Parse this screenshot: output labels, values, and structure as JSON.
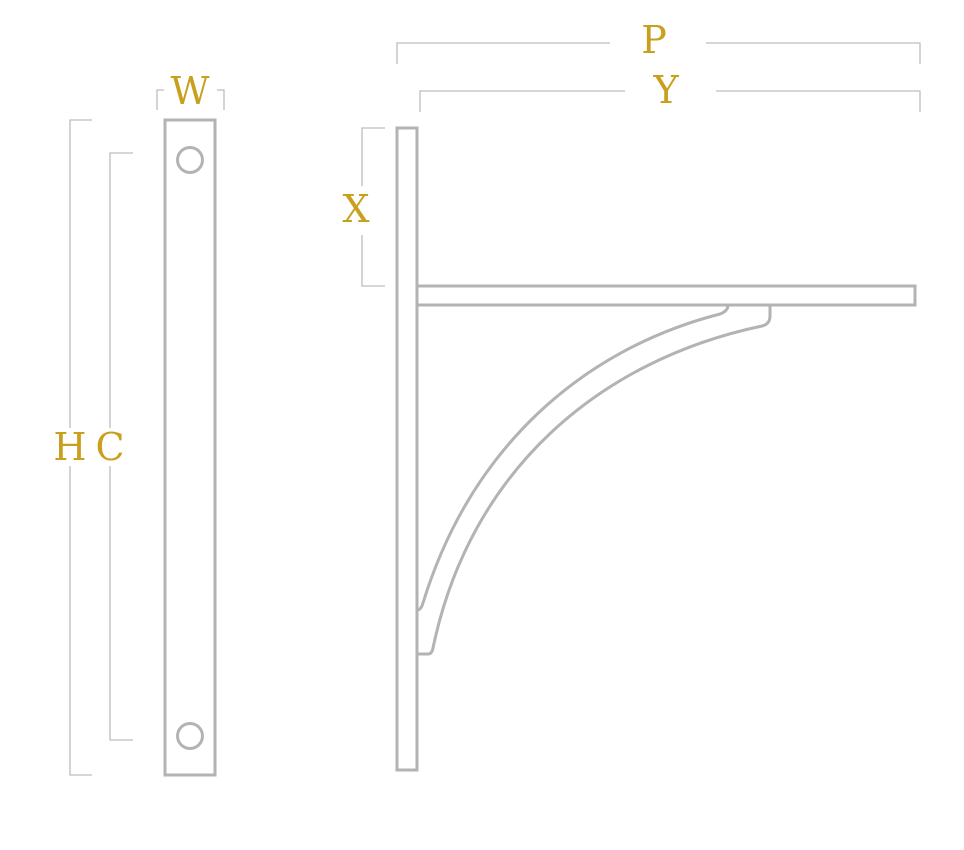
{
  "diagram": {
    "subject": "shelf bracket dimension drawing",
    "label_color": "#c9a01e",
    "line_color": "#b3b3b3",
    "labels": {
      "width": "W",
      "height": "H",
      "hole_centres": "C",
      "projection": "P",
      "arm_length": "Y",
      "arm_offset": "X"
    },
    "views": [
      {
        "name": "front-view",
        "shows": [
          "W",
          "H",
          "C"
        ],
        "holes": 2
      },
      {
        "name": "side-view",
        "shows": [
          "P",
          "Y",
          "X"
        ]
      }
    ]
  }
}
